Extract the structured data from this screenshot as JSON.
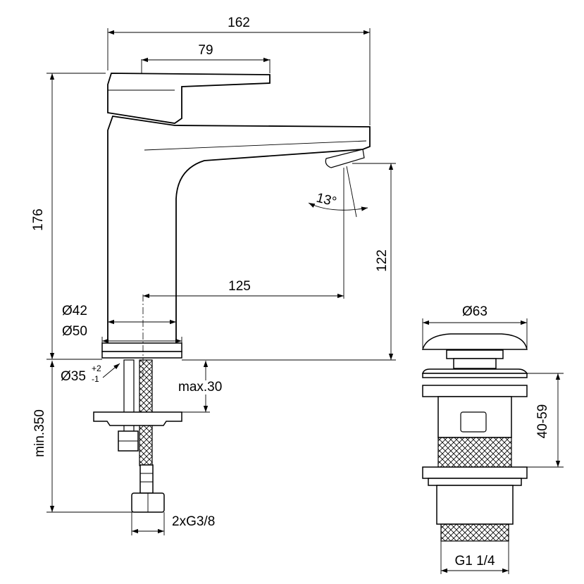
{
  "drawing": {
    "faucet": {
      "overall_width": "162",
      "lever_length": "79",
      "overall_height": "176",
      "spout_reach": "125",
      "spout_height": "122",
      "spray_angle": "13°",
      "base_inner_diameter": "Ø42",
      "base_outer_diameter": "Ø50",
      "mount_hole_diameter": "Ø35",
      "mount_hole_tolerance_upper": "+2",
      "mount_hole_tolerance_lower": "-1",
      "max_deck_thickness": "max.30",
      "min_hose_length": "min.350",
      "connection_thread": "2xG3/8"
    },
    "waste": {
      "cap_diameter": "Ø63",
      "height_range": "40-59",
      "thread": "G1 1/4"
    }
  },
  "colors": {
    "line": "#000000",
    "background": "#ffffff"
  }
}
